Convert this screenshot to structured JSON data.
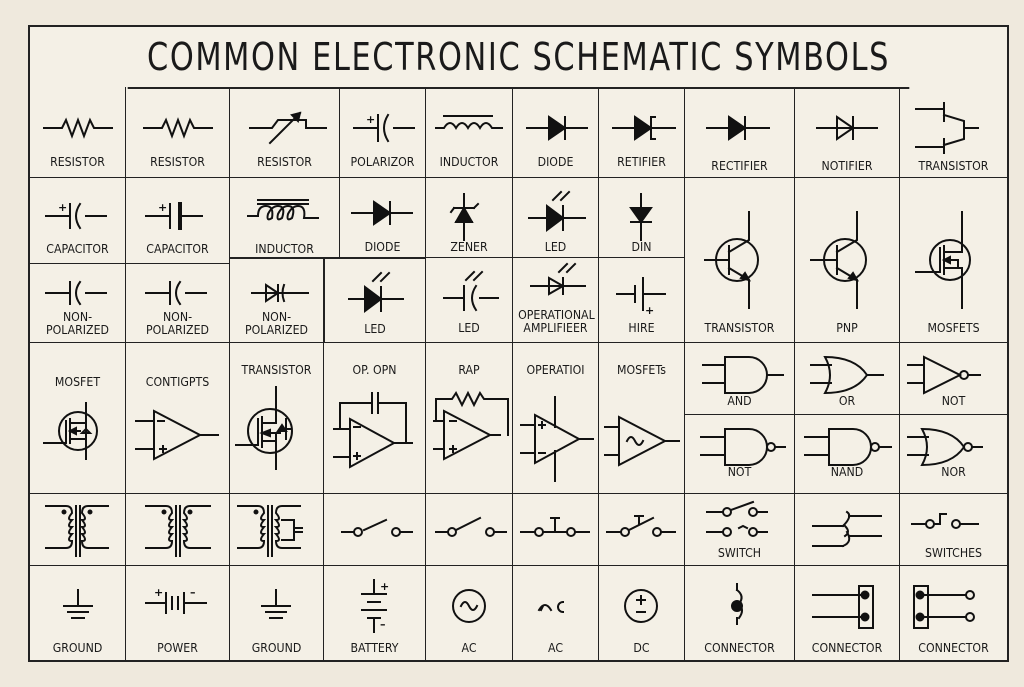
{
  "title": "COMMON ELECTRONIC SCHEMATIC SYMBOLS",
  "colors": {
    "background": "#efe9dd",
    "ink": "#111111",
    "sheet": "#f4f0e6"
  },
  "rows": {
    "row1": [
      "RESISTOR",
      "RESISTOR",
      "RESISTOR",
      "POLARIZOR",
      "INDUCTOR",
      "DIODE",
      "RETIFIER",
      "RECTIFIER",
      "NOTIFIER",
      "TRANSISTOR"
    ],
    "row2": [
      "CAPACITOR",
      "CAPACITOR",
      "INDUCTOR",
      "DIODE",
      "ZENER",
      "LED",
      "DIN",
      "TRANSISTOR",
      "PNP",
      "MOSFETS"
    ],
    "row3": [
      "NON-\nPOLARIZED",
      "NON-\nPOLARIZED",
      "NON-\nPOLARIZED",
      "LED",
      "LED",
      "OPERATIONAL\nAMPLIFIEER",
      "HIRE"
    ],
    "row4": [
      "MOSFET",
      "CONTIGPTS",
      "TRANSISTOR",
      "OP. OPN",
      "RAP",
      "OPERATIOI",
      "MOSFETs"
    ],
    "gates": [
      "AND",
      "OR",
      "NOT",
      "NOT",
      "NAND",
      "NOR"
    ],
    "row5": [
      "",
      "",
      "",
      "",
      "",
      "",
      "",
      "SWITCH",
      "",
      "SWITCHES"
    ],
    "row6": [
      "GROUND",
      "POWER",
      "GROUND",
      "BATTERY",
      "AC",
      "AC",
      "DC",
      "CONNECTOR",
      "CONNECTOR",
      "CONNECTOR"
    ]
  },
  "icons": [
    "resistor-icon",
    "variable-resistor-icon",
    "polarized-capacitor-icon",
    "inductor-icon",
    "diode-icon",
    "zener-icon",
    "led-icon",
    "transistor-icon",
    "mosfet-icon",
    "op-amp-icon",
    "and-gate-icon",
    "or-gate-icon",
    "not-gate-icon",
    "nand-gate-icon",
    "nor-gate-icon",
    "transformer-icon",
    "switch-icon",
    "ground-icon",
    "battery-icon",
    "ac-source-icon",
    "dc-source-icon",
    "connector-icon"
  ]
}
